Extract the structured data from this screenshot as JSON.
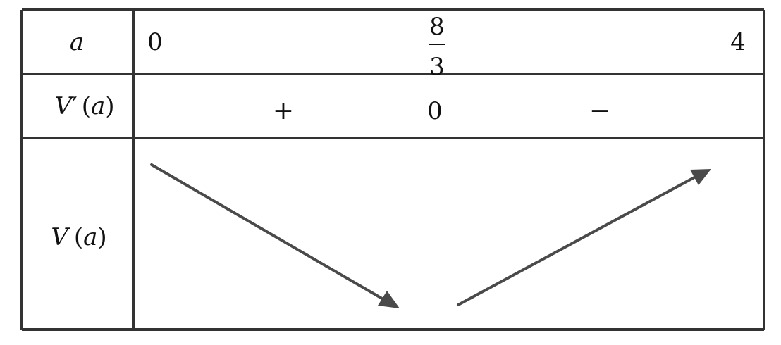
{
  "table": {
    "header_a": "a",
    "row_derivative": {
      "symbol": "V",
      "prime": "′",
      "arg_open": "(",
      "arg": "a",
      "arg_close": ")"
    },
    "row_function": {
      "symbol": "V",
      "arg_open": "(",
      "arg": "a",
      "arg_close": ")"
    },
    "values": {
      "start": "0",
      "critical_numerator": "8",
      "critical_denominator": "3",
      "end": "4"
    },
    "signs": {
      "left": "+",
      "middle": "0",
      "right": "−"
    },
    "arrows": [
      "down",
      "up"
    ]
  },
  "colors": {
    "grid_line": "#333333",
    "arrow": "#4a4a4a",
    "text": "#111111"
  }
}
